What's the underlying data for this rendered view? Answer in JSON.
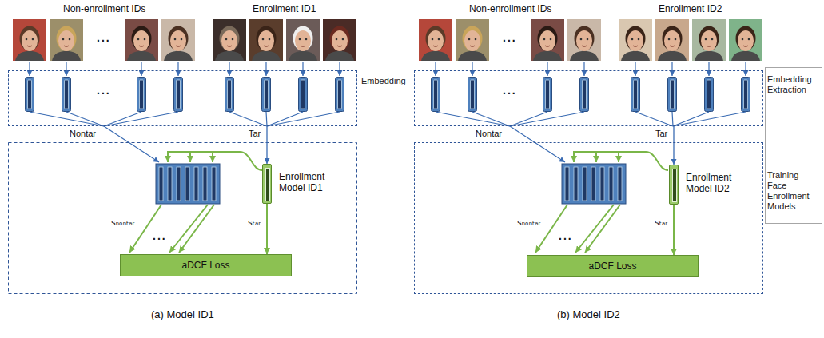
{
  "diagram": {
    "nodes": [
      {
        "text": [
          "Embedding"
        ]
      },
      {
        "text": [
          "Enrollment Model ID1"
        ]
      },
      {
        "text": [
          "aDCF Loss"
        ]
      },
      {
        "text": [
          "Embedding Extraction"
        ]
      },
      {
        "text": [
          "Training Face Enrollment Models"
        ]
      },
      {
        "text": [
          "Enrollment Model ID2"
        ],
        "in": 4
      },
      {
        "text": [
          "aDCF Loss"
        ],
        "in": 4
      }
    ],
    "edges": [
      {
        "from": 0,
        "to": 1,
        "label": "Tar",
        "arrow": "to"
      },
      {
        "from": 1,
        "to": 2,
        "label": "sₜₐᵣ",
        "arrow": "to"
      },
      {
        "from": 3,
        "to": 5,
        "label": "Tar",
        "arrow": "to"
      },
      {
        "from": 5,
        "to": 6,
        "label": "sₜₐᵣ",
        "arrow": "to"
      }
    ],
    "labels": [
      "Non-enrollment IDs",
      "Enrollment ID1",
      "...",
      "...",
      "Nontar",
      "sₙₒₙₜₐᵣ",
      "...",
      "(a) Model ID1",
      "Non-enrollment IDs",
      "Enrollment ID2",
      "...",
      "...",
      "Nontar",
      "sₙₒₙₜₐᵣ",
      "...",
      "(b) Model ID2"
    ]
  }
}
